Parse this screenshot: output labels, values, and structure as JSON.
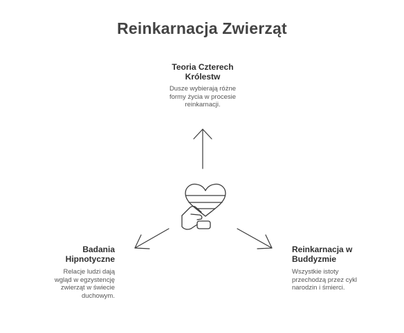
{
  "title": "Reinkarnacja Zwierząt",
  "nodes": {
    "top": {
      "title_line1": "Teoria Czterech",
      "title_line2": "Królestw",
      "desc_line1": "Dusze wybierają różne",
      "desc_line2": "formy życia w procesie",
      "desc_line3": "reinkarnacji."
    },
    "left": {
      "title_line1": "Badania",
      "title_line2": "Hipnotyczne",
      "desc_line1": "Relacje ludzi dają",
      "desc_line2": "wgląd w egzystencję",
      "desc_line3": "zwierząt w świecie",
      "desc_line4": "duchowym."
    },
    "right": {
      "title_line1": "Reinkarnacja w",
      "title_line2": "Buddyzmie",
      "desc_line1": "Wszystkie istoty",
      "desc_line2": "przechodzą przez cykl",
      "desc_line3": "narodzin i śmierci."
    }
  },
  "center_icon": "hand-holding-heart-icon",
  "colors": {
    "text": "#2f2f2f",
    "title": "#444444",
    "line": "#3a3a3a"
  }
}
